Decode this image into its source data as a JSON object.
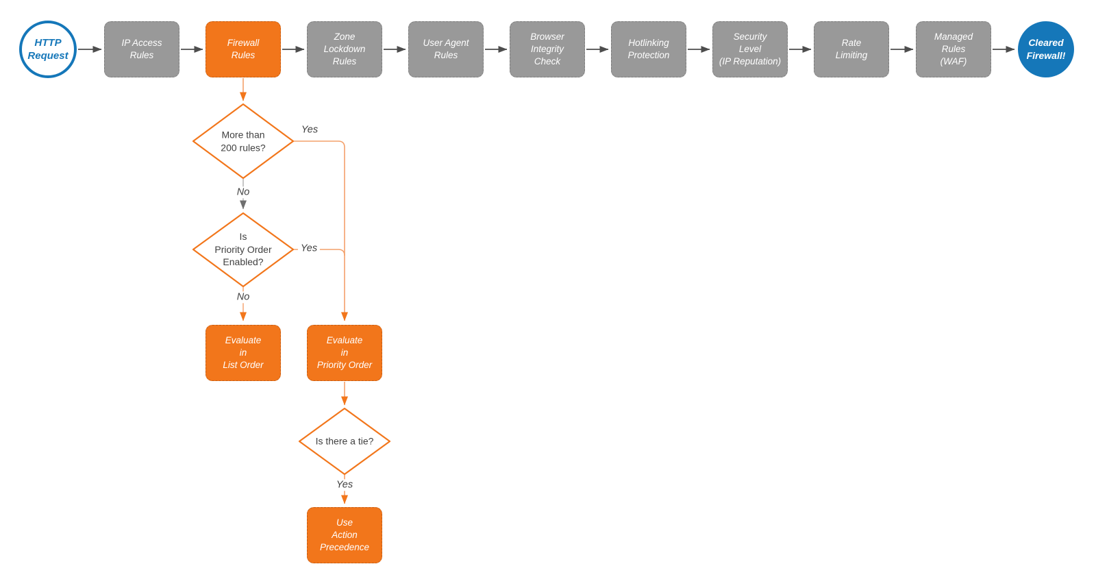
{
  "colors": {
    "orange": "#f2761b",
    "orange_connector": "#f4a06a",
    "gray_node": "#999999",
    "blue": "#1577b9",
    "connector_dark": "#4d4d4d",
    "connector_gray": "#b3b3b3",
    "arrowhead_gray": "#6f6f6f",
    "text_dark": "#404040",
    "node_text": "#ffffff"
  },
  "pipeline": {
    "start": {
      "label": "HTTP\nRequest"
    },
    "steps": [
      {
        "label": "IP Access\nRules"
      },
      {
        "label": "Firewall\nRules"
      },
      {
        "label": "Zone\nLockdown\nRules"
      },
      {
        "label": "User Agent\nRules"
      },
      {
        "label": "Browser\nIntegrity\nCheck"
      },
      {
        "label": "Hotlinking\nProtection"
      },
      {
        "label": "Security\nLevel\n(IP Reputation)"
      },
      {
        "label": "Rate\nLimiting"
      },
      {
        "label": "Managed\nRules\n(WAF)"
      }
    ],
    "end": {
      "label": "Cleared\nFirewall!"
    }
  },
  "branch": {
    "decision_rule_count": {
      "question": "More than\n200 rules?",
      "yes": "Yes",
      "no": "No"
    },
    "decision_priority_enabled": {
      "question": "Is\nPriority Order\nEnabled?",
      "yes": "Yes",
      "no": "No"
    },
    "decision_tie": {
      "question": "Is there a tie?",
      "yes": "Yes"
    },
    "evaluate_list_order": {
      "label": "Evaluate\nin\nList Order"
    },
    "evaluate_priority_order": {
      "label": "Evaluate\nin\nPriority Order"
    },
    "use_action_precedence": {
      "label": "Use\nAction\nPrecedence"
    }
  }
}
